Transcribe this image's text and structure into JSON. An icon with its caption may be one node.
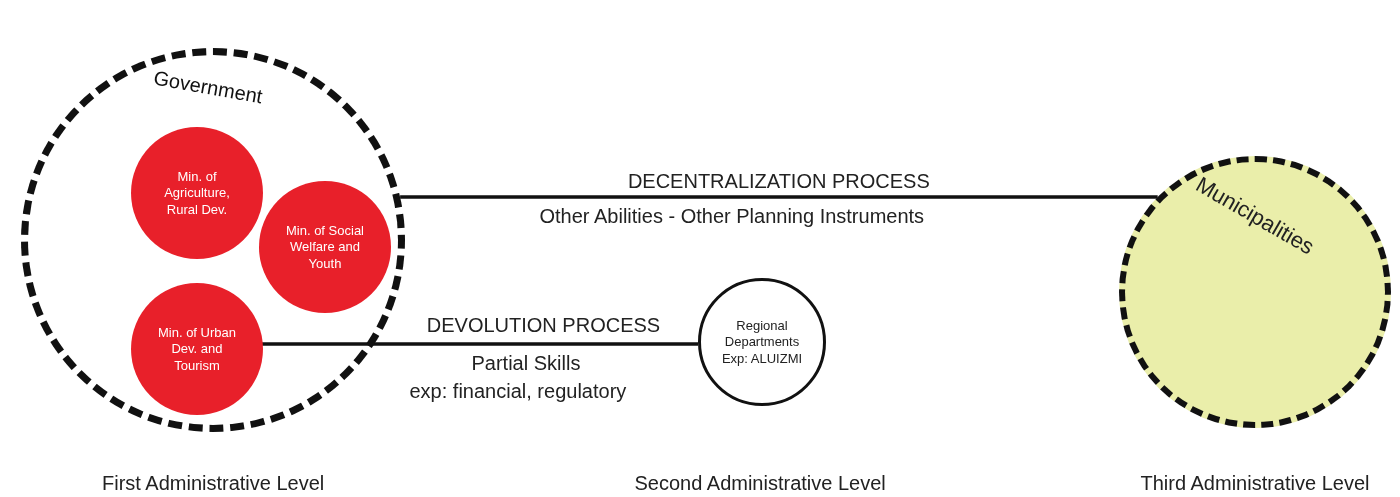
{
  "diagram": {
    "nodes": [
      {
        "text": [
          "Government"
        ]
      },
      {
        "text": [
          "Min. of Agriculture, Rural Dev."
        ],
        "in": 0
      },
      {
        "text": [
          "Min. of Social Welfare and Youth"
        ],
        "in": 0
      },
      {
        "text": [
          "Min. of Urban Dev. and Tourism"
        ],
        "in": 0
      },
      {
        "text": [
          "Regional Departments Exp: ALUIZMI"
        ]
      },
      {
        "text": [
          "Municipalities"
        ]
      }
    ],
    "edges": [
      {
        "from": 0,
        "to": 5,
        "arrow": "none",
        "label": "DECENTRALIZATION PROCESS"
      },
      {
        "from": 3,
        "to": 4,
        "arrow": "none",
        "label": "DEVOLUTION PROCESS"
      }
    ],
    "labels": [
      "Other Abilities - Other Planning Instruments",
      "Partial Skills",
      "exp: financial, regulatory",
      "First Administrative Level",
      "Second Administrative Level",
      "Third Administrative Level"
    ]
  }
}
